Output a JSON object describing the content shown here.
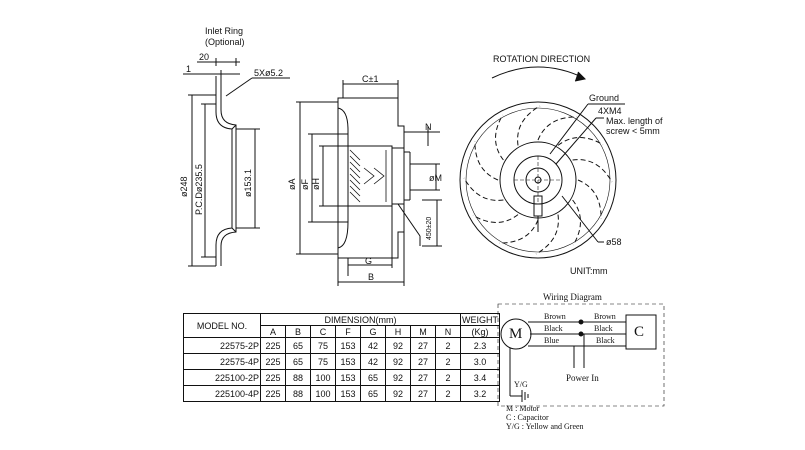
{
  "inlet_ring": {
    "title": "Inlet Ring",
    "subtitle": "(Optional)"
  },
  "side_view": {
    "dim_20": "20",
    "dim_1": "1",
    "holes": "5Xø5.2",
    "dia_248": "ø248",
    "pcd": "P.C.Dø235.5",
    "dia_153": "ø153.1"
  },
  "fan_view": {
    "dim_c": "C±1",
    "dim_n": "N",
    "dia_a": "øA",
    "dia_f": "øF",
    "dia_h": "øH",
    "dia_m": "øM",
    "lead": "450±20",
    "dim_g": "G",
    "dim_b": "B"
  },
  "rotation_view": {
    "title": "ROTATION DIRECTION",
    "ground": "Ground",
    "screw": "4XM4",
    "note_line1": "Max. length of",
    "note_line2": "screw < 5mm",
    "dia_58": "ø58",
    "unit": "UNIT:mm"
  },
  "table": {
    "model_header": "MODEL NO.",
    "dimension_header": "DIMENSION(mm)",
    "weight_header": "WEIGHT",
    "weight_unit": "(Kg)",
    "columns": [
      "A",
      "B",
      "C",
      "F",
      "G",
      "H",
      "M",
      "N"
    ],
    "rows": [
      {
        "model": "22575-2P",
        "values": [
          "225",
          "65",
          "75",
          "153",
          "42",
          "92",
          "27",
          "2"
        ],
        "weight": "2.3"
      },
      {
        "model": "22575-4P",
        "values": [
          "225",
          "65",
          "75",
          "153",
          "42",
          "92",
          "27",
          "2"
        ],
        "weight": "3.0"
      },
      {
        "model": "225100-2P",
        "values": [
          "225",
          "88",
          "100",
          "153",
          "65",
          "92",
          "27",
          "2"
        ],
        "weight": "3.4"
      },
      {
        "model": "225100-4P",
        "values": [
          "225",
          "88",
          "100",
          "153",
          "65",
          "92",
          "27",
          "2"
        ],
        "weight": "3.2"
      }
    ]
  },
  "wiring": {
    "title": "Wiring Diagram",
    "motor": "M",
    "capacitor": "C",
    "wires": {
      "brown_left": "Brown",
      "brown_right": "Brown",
      "black_left": "Black",
      "black_right": "Black",
      "blue": "Blue",
      "black_cap": "Black"
    },
    "power_in": "Power In",
    "yg": "Y/G",
    "legend": [
      "M : Motor",
      "C : Capacitor",
      "Y/G : Yellow and Green"
    ]
  }
}
